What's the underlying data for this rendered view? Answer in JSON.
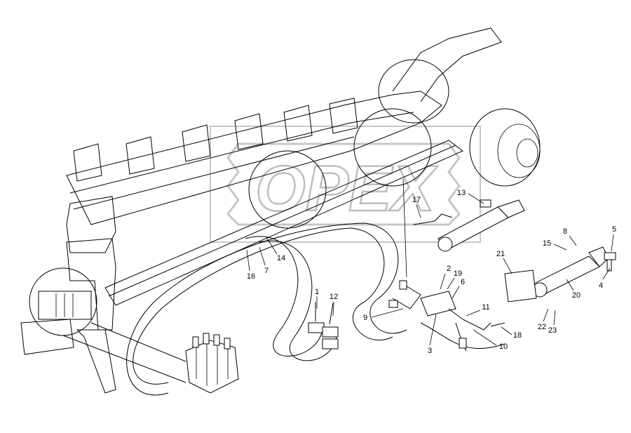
{
  "watermark": {
    "text": "OPEX"
  },
  "callouts": [
    "1",
    "2",
    "3",
    "4",
    "5",
    "6",
    "7",
    "8",
    "9",
    "10",
    "11",
    "12",
    "13",
    "14",
    "15",
    "16",
    "17",
    "18",
    "19",
    "20",
    "21",
    "22",
    "23"
  ],
  "colors": {
    "ink": "#000000",
    "paper": "#ffffff",
    "watermark": "#c9c9c9"
  }
}
